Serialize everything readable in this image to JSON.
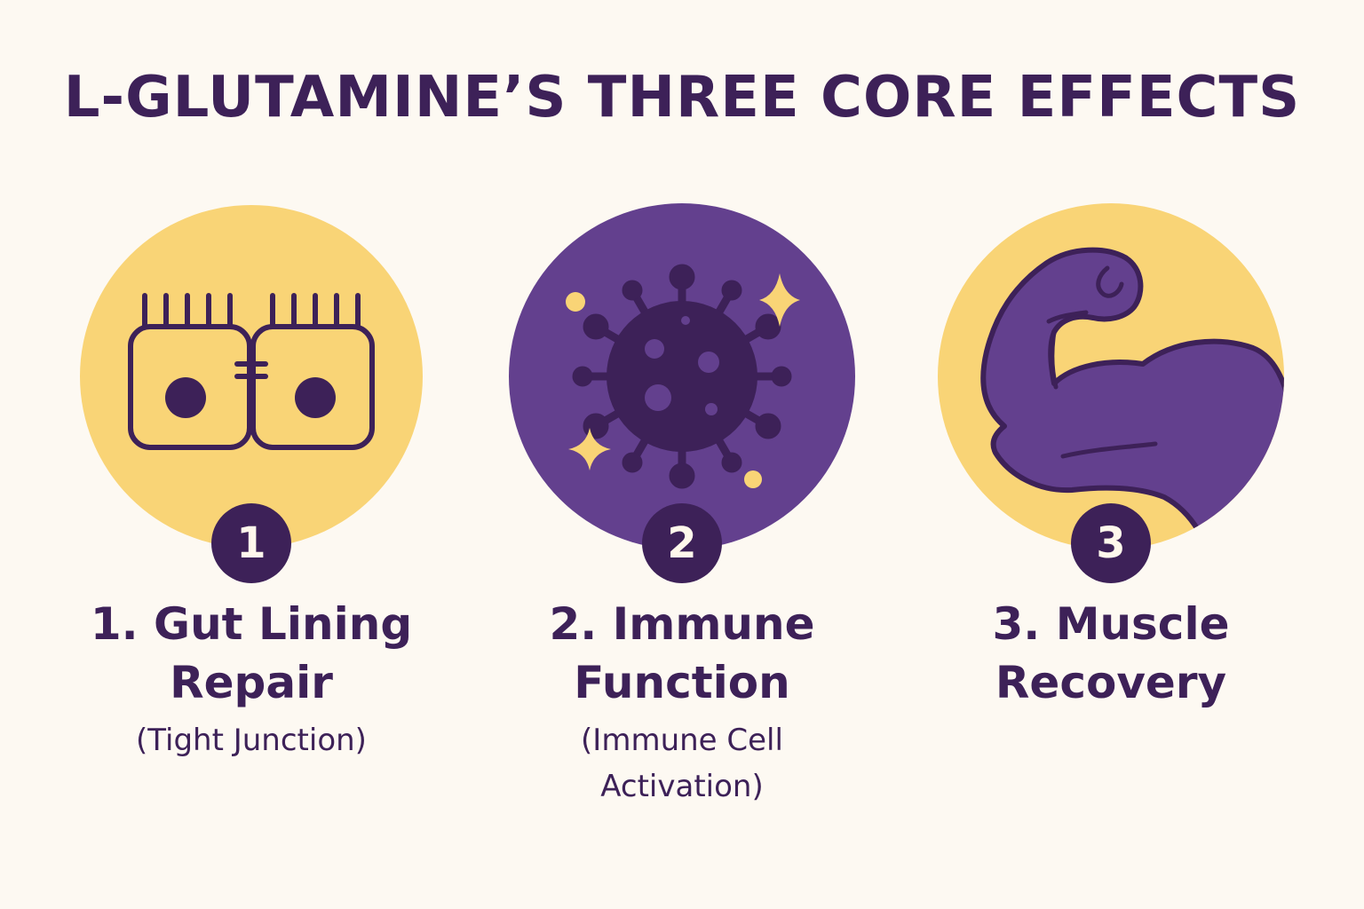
{
  "title": "L-GLUTAMINE’S THREE CORE EFFECTS",
  "colors": {
    "background": "#fdf9f2",
    "primary": "#3d2158",
    "purple": "#63408e",
    "yellow": "#f9d476"
  },
  "effects": [
    {
      "number": "1",
      "label_line1": "1. Gut Lining",
      "label_line2": "Repair",
      "sub_line1": "(Tight Junction)",
      "sub_line2": "",
      "icon": "tight-junction-cells-icon"
    },
    {
      "number": "2",
      "label_line1": "2. Immune",
      "label_line2": "Function",
      "sub_line1": "(Immune Cell",
      "sub_line2": "Activation)",
      "icon": "virus-immune-icon"
    },
    {
      "number": "3",
      "label_line1": "3. Muscle",
      "label_line2": "Recovery",
      "sub_line1": "",
      "sub_line2": "",
      "icon": "flexed-bicep-icon"
    }
  ]
}
